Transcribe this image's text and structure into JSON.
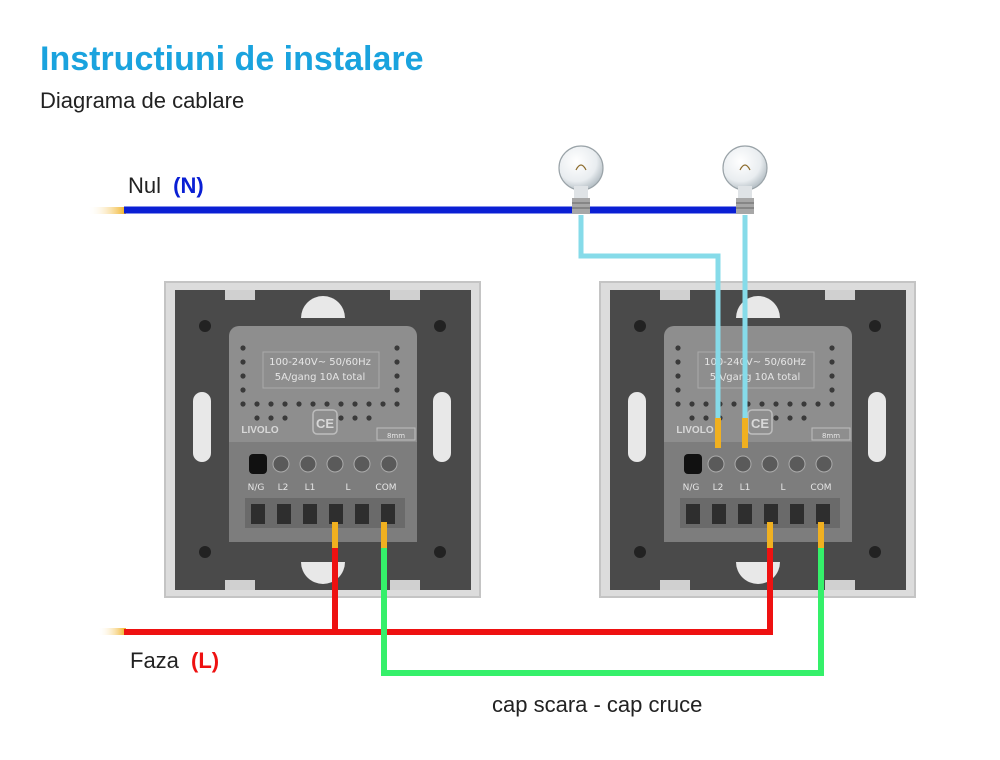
{
  "header": {
    "title": "Instructiuni de instalare",
    "subtitle": "Diagrama de cablare"
  },
  "wires": {
    "neutral": {
      "label": "Nul",
      "code": "(N)",
      "color": "#0a1fd4"
    },
    "phase": {
      "label": "Faza",
      "code": "(L)",
      "color": "#ee1111"
    },
    "traveler": {
      "label": "cap scara - cap cruce",
      "color": "#35f06a"
    },
    "lamp": {
      "color": "#86dbe9"
    }
  },
  "switch": {
    "rating_line1": "100-240V~ 50/60Hz",
    "rating_line2": "5A/gang 10A total",
    "brand": "LIVOLO",
    "ce_mark": "CE",
    "strip_length": "8mm",
    "terminals": [
      "N/G",
      "L2",
      "L1",
      "L",
      "COM"
    ]
  },
  "colors": {
    "accent": "#1aa3de",
    "plate_frame": "#d8d8d8",
    "plate": "#4a4a4a",
    "module": "#8e8e8e",
    "ferrule": "#f0b020"
  }
}
